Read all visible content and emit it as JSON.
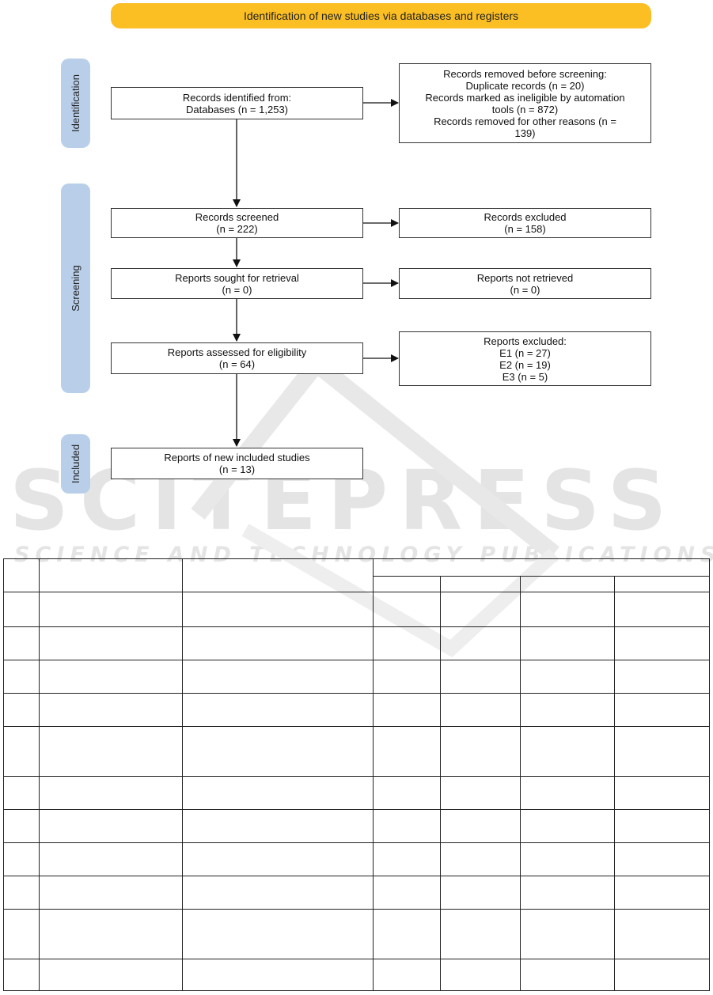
{
  "banner": {
    "title": "Identification of new studies via databases and registers"
  },
  "phases": {
    "identification": "Identification",
    "screening": "Screening",
    "included": "Included"
  },
  "flow": {
    "records_identified": {
      "line1": "Records identified from:",
      "line2": "Databases (n = 1,253)"
    },
    "removed_before": {
      "line1": "Records removed before screening:",
      "line2": "Duplicate records (n = 20)",
      "line3": "Records marked as ineligible by automation",
      "line4": "tools (n = 872)",
      "line5": "Records removed for other reasons (n =",
      "line6": "139)"
    },
    "screened": {
      "line1": "Records screened",
      "line2": "(n = 222)"
    },
    "excluded": {
      "line1": "Records excluded",
      "line2": "(n = 158)"
    },
    "sought": {
      "line1": "Reports sought for retrieval",
      "line2": "(n = 0)"
    },
    "not_retrieved": {
      "line1": "Reports not retrieved",
      "line2": "(n = 0)"
    },
    "assessed": {
      "line1": "Reports assessed for eligibility",
      "line2": "(n = 64)"
    },
    "reports_excluded": {
      "line1": "Reports excluded:",
      "line2": "E1 (n = 27)",
      "line3": "E2 (n = 19)",
      "line4": "E3 (n = 5)"
    },
    "included": {
      "line1": "Reports of new included studies",
      "line2": "(n = 13)"
    }
  },
  "watermark": {
    "big": "SCITEPRESS",
    "small": "SCIENCE AND TECHNOLOGY PUBLICATIONS"
  }
}
